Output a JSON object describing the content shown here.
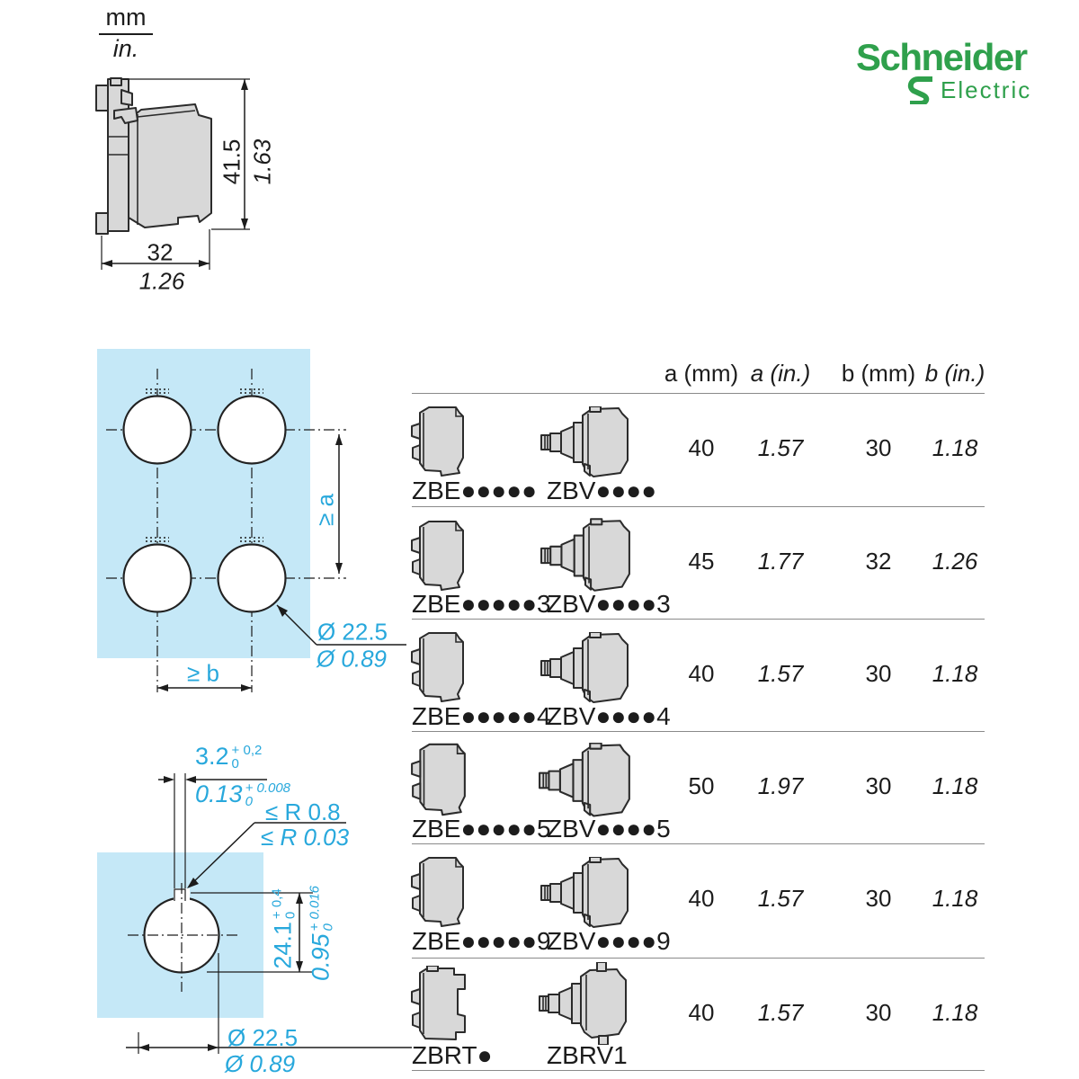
{
  "brand": {
    "name": "Schneider",
    "sub": "Electric"
  },
  "units": {
    "mm": "mm",
    "in": "in."
  },
  "colors": {
    "accent_cyan": "#28A8DC",
    "panel_blue": "#C5E8F7",
    "logo_green": "#2FA04C",
    "line_gray": "#8a8a8a",
    "ink": "#1c1c1c",
    "block_fill": "#d8d8d8"
  },
  "side_view": {
    "height_mm": "41.5",
    "height_in": "1.63",
    "width_mm": "32",
    "width_in": "1.26"
  },
  "multi_hole": {
    "dim_a": "≥ a",
    "dim_b": "≥ b",
    "dia_mm": "Ø 22.5",
    "dia_in": "Ø 0.89"
  },
  "single_hole": {
    "slot_mm": {
      "v": "3.2",
      "sup": "+ 0,2",
      "sub": "0"
    },
    "slot_in": {
      "v": "0.13",
      "sup": "+ 0.008",
      "sub": "0"
    },
    "radius_mm": "≤ R 0.8",
    "radius_in": "≤ R 0.03",
    "depth_mm": {
      "v": "24.1",
      "sup": "+ 0,4",
      "sub": "0"
    },
    "depth_in": {
      "v": "0.95",
      "sup": "+ 0.016",
      "sub": "0"
    },
    "dia_mm": "Ø 22.5",
    "dia_in": "Ø 0.89"
  },
  "table": {
    "headers": [
      "a (mm)",
      "a (in.)",
      "b (mm)",
      "b (in.)"
    ],
    "rows": [
      {
        "left_label": "ZBE●●●●●",
        "right_label": "ZBV●●●●",
        "a_mm": "40",
        "a_in": "1.57",
        "b_mm": "30",
        "b_in": "1.18"
      },
      {
        "left_label": "ZBE●●●●●3",
        "right_label": "ZBV●●●●3",
        "a_mm": "45",
        "a_in": "1.77",
        "b_mm": "32",
        "b_in": "1.26"
      },
      {
        "left_label": "ZBE●●●●●4",
        "right_label": "ZBV●●●●4",
        "a_mm": "40",
        "a_in": "1.57",
        "b_mm": "30",
        "b_in": "1.18"
      },
      {
        "left_label": "ZBE●●●●●5",
        "right_label": "ZBV●●●●5",
        "a_mm": "50",
        "a_in": "1.97",
        "b_mm": "30",
        "b_in": "1.18"
      },
      {
        "left_label": "ZBE●●●●●9",
        "right_label": "ZBV●●●●9",
        "a_mm": "40",
        "a_in": "1.57",
        "b_mm": "30",
        "b_in": "1.18"
      },
      {
        "left_label": "ZBRT●",
        "right_label": "ZBRV1",
        "a_mm": "40",
        "a_in": "1.57",
        "b_mm": "30",
        "b_in": "1.18"
      }
    ]
  }
}
